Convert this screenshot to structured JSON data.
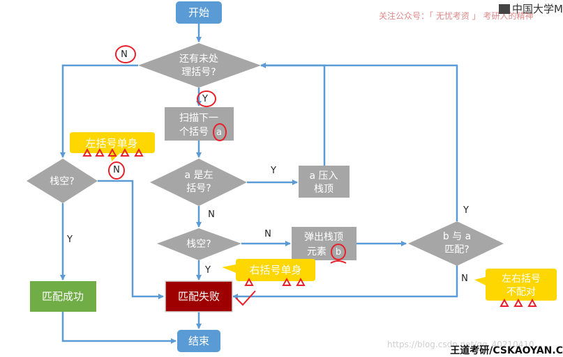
{
  "header": {
    "follow": "关注公众号：「 无忧考资 」 考研人的精神",
    "logo": "中国大学M"
  },
  "nodes": {
    "start": "开始",
    "q_unprocessed": [
      "还有未处",
      "理括号?"
    ],
    "scan": [
      "扫描下一",
      "个括号"
    ],
    "scan_mark": "a",
    "q_left": [
      "a 是左",
      "括号?"
    ],
    "push": [
      "a 压入",
      "栈顶"
    ],
    "q_empty_right": "栈空?",
    "pop": [
      "弹出栈顶",
      "元素"
    ],
    "pop_mark": "b",
    "q_match": [
      "b 与 a",
      "匹配?"
    ],
    "q_empty_left": "栈空?",
    "success": "匹配成功",
    "fail": "匹配失败",
    "end": "结束"
  },
  "labels": {
    "N": "N",
    "Y": "Y"
  },
  "callouts": {
    "left_single": "左括号单身",
    "right_single": "右括号单身",
    "mismatch": [
      "左右括号",
      "不配对"
    ]
  },
  "footer": {
    "watermark": "https://blog.csdn.net/qq_40210410",
    "brand": "王道考研/CSKAOYAN.C"
  },
  "colors": {
    "node_blue": "#5b9bd5",
    "node_gray": "#a6a6a6",
    "node_green": "#70ad47",
    "node_red": "#9e0000",
    "callout_yellow": "#ffd700",
    "arrow": "#5b9bd5",
    "annotation_red": "#e8202a"
  }
}
